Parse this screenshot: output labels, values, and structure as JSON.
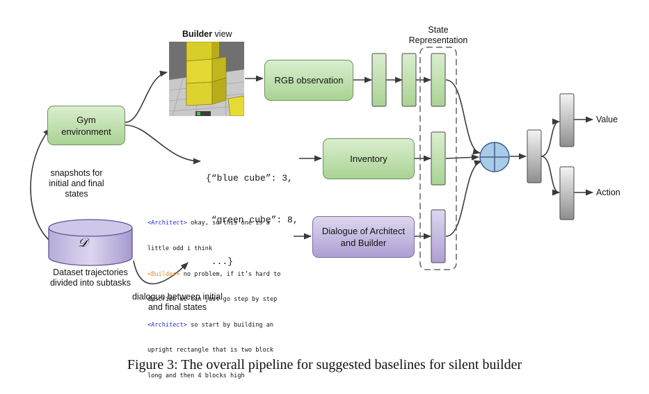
{
  "header": {
    "builder_bold": "Builder",
    "builder_rest": " view",
    "state_line1": "State",
    "state_line2": "Representation"
  },
  "nodes": {
    "gym_line1": "Gym",
    "gym_line2": "environment",
    "rgb": "RGB observation",
    "inventory": "Inventory",
    "dialogue_line1": "Dialogue of Architect",
    "dialogue_line2": "and Builder",
    "dataset_symbol": "𝒟"
  },
  "inventory_json": [
    "{“blue cube”: 3,",
    " “green cube”: 8,",
    " ...}"
  ],
  "dialogue_lines": [
    {
      "tag": "<Architect>",
      "kind": "architect",
      "text": " okay, so this one is a"
    },
    {
      "tag": "",
      "kind": "",
      "text": "little odd i think"
    },
    {
      "tag": "<Builder>",
      "kind": "builder",
      "text": " no problem, if it’s hard to"
    },
    {
      "tag": "",
      "kind": "",
      "text": "describe we can just go step by step"
    },
    {
      "tag": "<Architect>",
      "kind": "architect",
      "text": " so start by building an"
    },
    {
      "tag": "",
      "kind": "",
      "text": "upright rectangle that is two block"
    },
    {
      "tag": "",
      "kind": "",
      "text": "long and then 4 blocks high"
    }
  ],
  "labels": {
    "snapshots": [
      "snapshots for",
      "initial and final",
      "states"
    ],
    "dataset": [
      "Dataset trajectories",
      "divided into subtasks"
    ],
    "dialogue_between": [
      "dialogue between initial",
      "and final states"
    ],
    "value": "Value",
    "action": "Action"
  },
  "caption": "Figure 3: The overall pipeline for suggested baselines for silent builder",
  "colors": {
    "green_top": "#dbeecf",
    "green_bottom": "#a9d393",
    "purple_top": "#ded7ee",
    "purple_bottom": "#ad9fd3",
    "gray_top": "#f4f4f4",
    "gray_bottom": "#8e8e8e",
    "combine_blue": "#a9cbe8",
    "architect_tag": "#2a2ad6",
    "builder_tag": "#e08a1a"
  },
  "icons": {
    "combine": "circled-plus-icon",
    "dataset": "database-cylinder-icon"
  }
}
